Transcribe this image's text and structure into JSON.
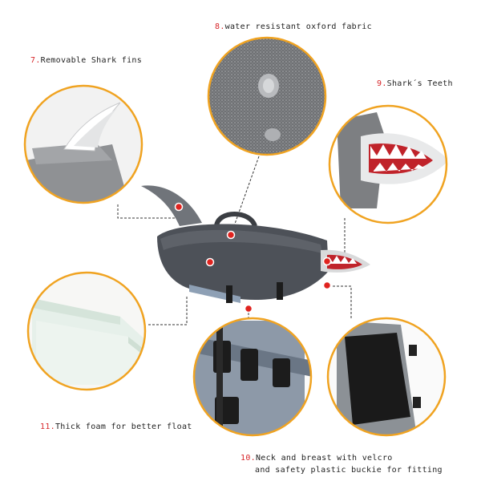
{
  "accent_color": "#f0a321",
  "marker_color": "#e0231f",
  "callouts": [
    {
      "num": "8.",
      "text": "water resistant oxford fabric"
    },
    {
      "num": "7.",
      "text": "Removable Shark fins"
    },
    {
      "num": "9.",
      "text": "Shark´s Teeth"
    },
    {
      "num": "11.",
      "text": "Thick foam for better float"
    },
    {
      "num": "10.",
      "text": "Neck and breast with velcro",
      "text2": "and safety plastic buckie for fitting"
    }
  ]
}
